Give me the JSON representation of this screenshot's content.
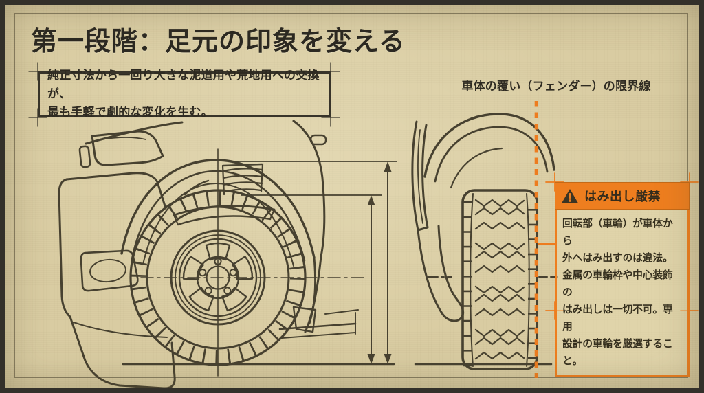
{
  "page": {
    "title": "第一段階：足元の印象を変える"
  },
  "intro_box": {
    "text": "純正寸法から一回り大きな泥道用や荒地用への交換が、\n最も手軽で劇的な変化を生む。"
  },
  "left_figure": {
    "description": "truck-front-quarter-with-oversize-mud-tire",
    "elements": [
      "dimension-arrows",
      "wheel-crosshair",
      "ground-line"
    ]
  },
  "right_panel": {
    "fender_limit_label": "車体の覆い（フェンダー）の限界線",
    "figure": "fender-cross-section-with-tire",
    "limit_line_style": "orange-dashed-vertical"
  },
  "warning_box": {
    "icon": "warning-triangle-icon",
    "title": "はみ出し厳禁",
    "body": "回転部（車輪）が車体から\n外へはみ出すのは違法。\n金属の車輪枠や中心装飾の\nはみ出しは一切不可。専用\n設計の車輪を厳選すること。"
  },
  "colors": {
    "background": "#d9cca2",
    "frame": "#33302a",
    "line_art": "#474130",
    "accent_orange": "#ed7c1f"
  }
}
